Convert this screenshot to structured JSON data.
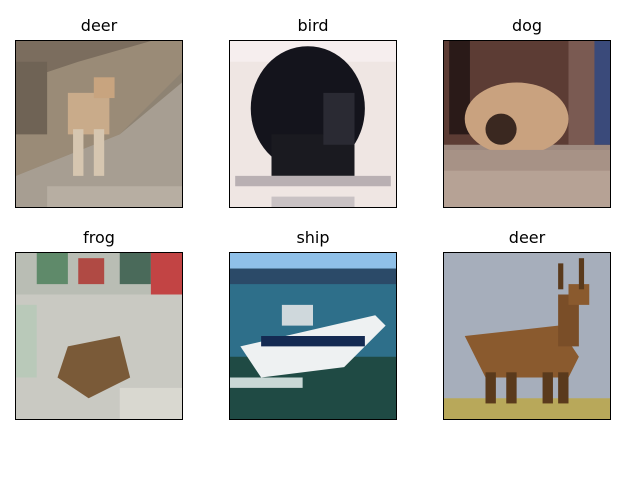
{
  "figure": {
    "panels": [
      {
        "label": "deer",
        "scene": "deer-in-pen-thumbnail"
      },
      {
        "label": "bird",
        "scene": "dark-animal-thumbnail"
      },
      {
        "label": "dog",
        "scene": "sleeping-dog-thumbnail"
      },
      {
        "label": "frog",
        "scene": "blurry-frog-thumbnail"
      },
      {
        "label": "ship",
        "scene": "speedboat-thumbnail"
      },
      {
        "label": "deer",
        "scene": "stag-thumbnail"
      }
    ]
  }
}
